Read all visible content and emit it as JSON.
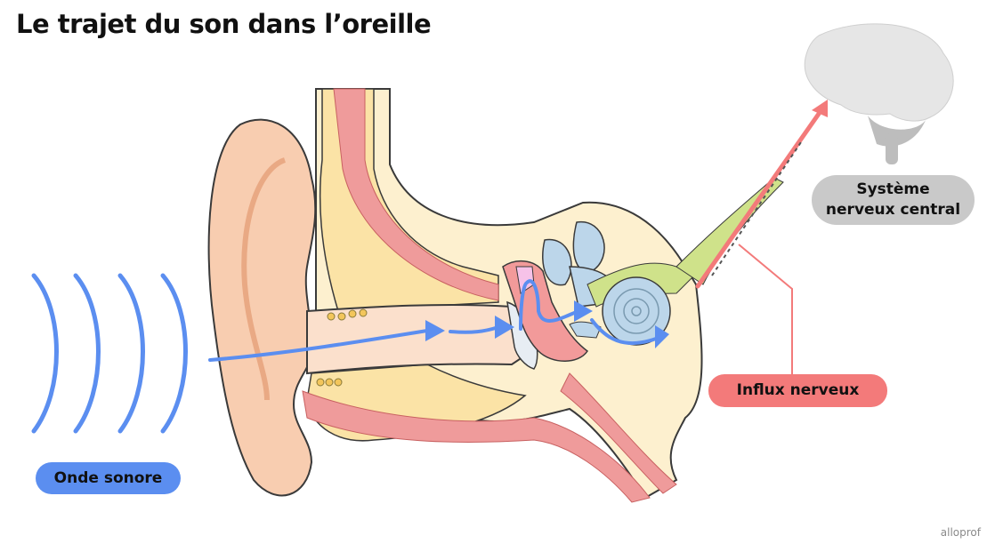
{
  "title": "Le trajet du son dans l’oreille",
  "labels": {
    "sound_wave": "Onde sonore",
    "nerve_impulse": "Influx nerveux",
    "cns_line1": "Système",
    "cns_line2": "nerveux central"
  },
  "brand": "alloprof",
  "colors": {
    "sound": "#5b8ef0",
    "nerve": "#f37a7a",
    "cns": "#c9c9c9",
    "skin": "#f8cdb0",
    "cartilage": "#fbe3a6",
    "bone": "#fdf0cf",
    "muscle": "#ef9b9b",
    "inner_ear": "#bcd6ea",
    "nerve_fiber": "#cfe28a"
  },
  "icons": [
    "sound-wave-icon",
    "ear-icon",
    "brain-icon",
    "arrow-icon"
  ]
}
